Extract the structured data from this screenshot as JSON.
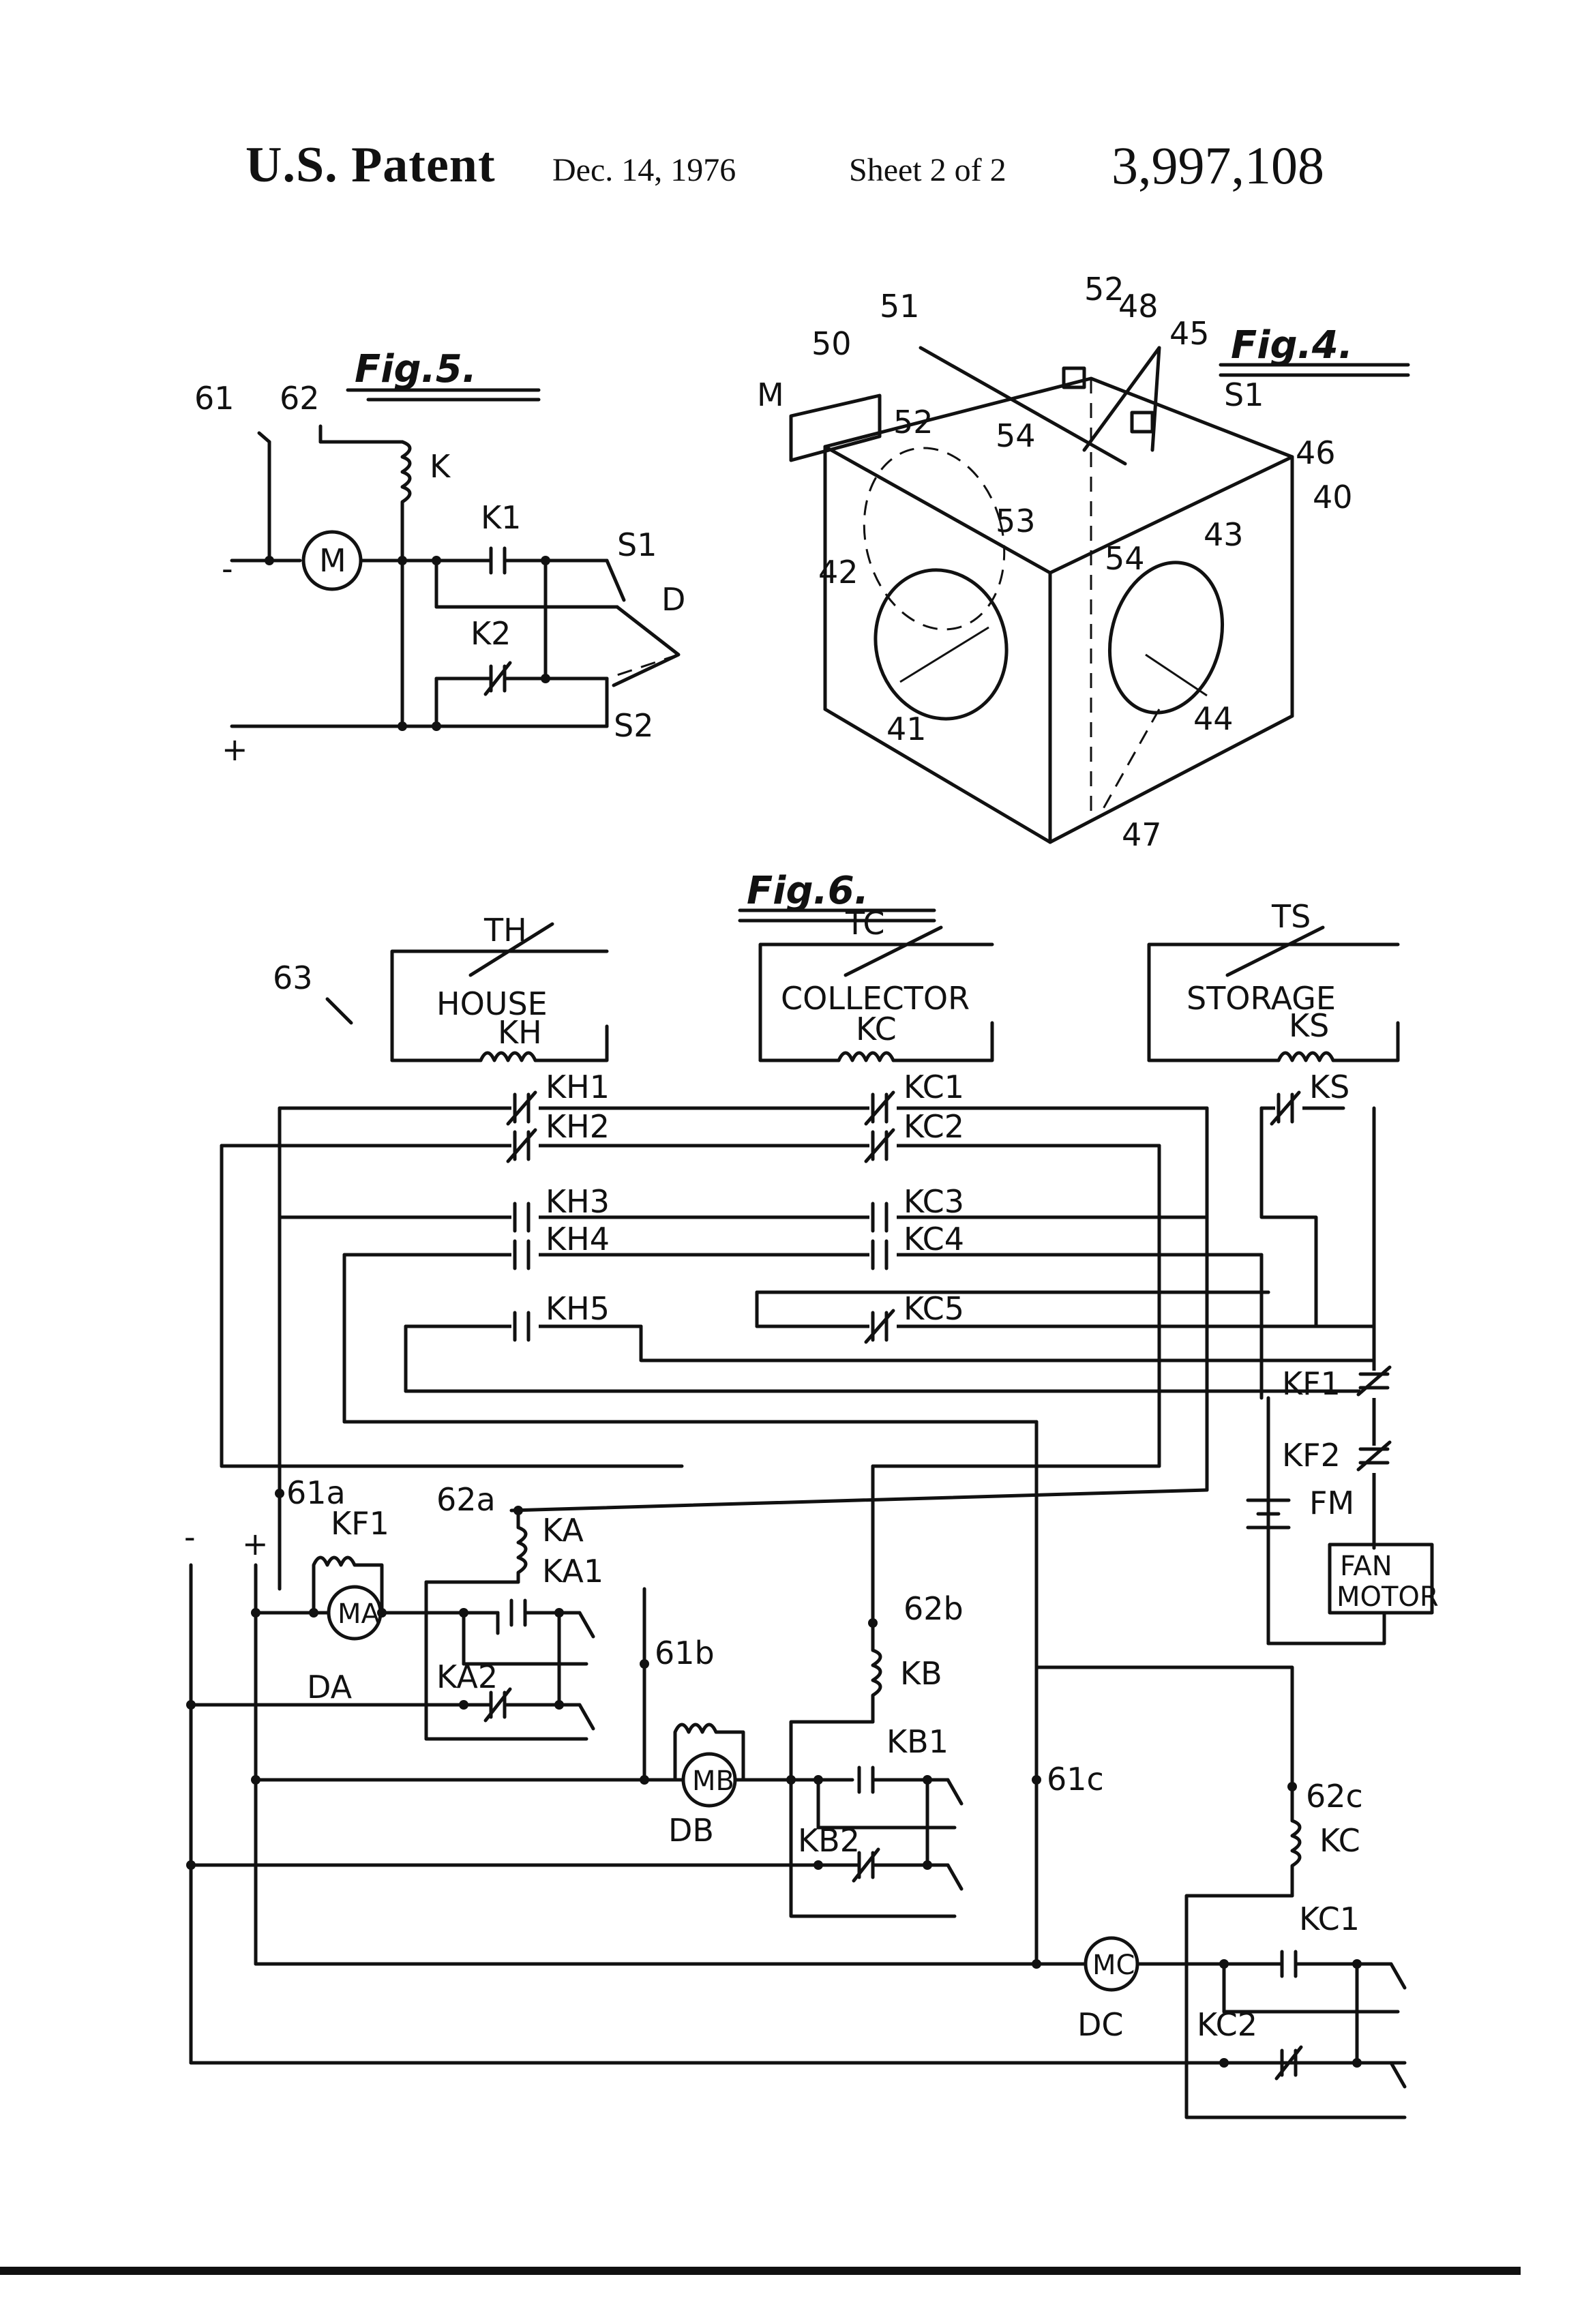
{
  "header": {
    "left": "U.S. Patent",
    "date": "Dec. 14, 1976",
    "sheet": "Sheet 2 of 2",
    "number": "3,997,108"
  },
  "fig5": {
    "title": "Fig.5.",
    "labels": [
      "61",
      "62",
      "K",
      "K1",
      "S1",
      "D",
      "K2",
      "S2",
      "M",
      "-",
      "+"
    ]
  },
  "fig4": {
    "title": "Fig.4.",
    "labels": [
      "51",
      "50",
      "52",
      "48",
      "45",
      "M",
      "52",
      "S1",
      "54",
      "46",
      "40",
      "53",
      "54",
      "43",
      "42",
      "41",
      "44",
      "47"
    ]
  },
  "fig6": {
    "title": "Fig.6.",
    "ref": "63",
    "thermostats": [
      {
        "tag": "TH",
        "name": "HOUSE",
        "coil": "KH"
      },
      {
        "tag": "TC",
        "name": "COLLECTOR",
        "coil": "KC"
      },
      {
        "tag": "TS",
        "name": "STORAGE",
        "coil": "KS"
      }
    ],
    "contacts": [
      "KH1",
      "KH2",
      "KH3",
      "KH4",
      "KH5",
      "KC1",
      "KC2",
      "KC3",
      "KC4",
      "KC5",
      "KS",
      "KF1",
      "KF2"
    ],
    "fan": {
      "fm": "FM",
      "line1": "FAN",
      "line2": "MOTOR"
    },
    "drives": {
      "da": {
        "name": "DA",
        "motor": "MA",
        "coil": "KA",
        "kf": "KF1",
        "c1": "KA1",
        "c2": "KA2",
        "n1": "61a",
        "n2": "62a",
        "n3": "61b"
      },
      "db": {
        "name": "DB",
        "motor": "MB",
        "coil": "KB",
        "c1": "KB1",
        "c2": "KB2",
        "n1": "62b",
        "n2": "61c"
      },
      "dc": {
        "name": "DC",
        "motor": "MC",
        "coil": "KC",
        "c1": "KC1",
        "c2": "KC2",
        "n1": "62c"
      }
    },
    "supply": {
      "minus": "-",
      "plus": "+"
    }
  }
}
